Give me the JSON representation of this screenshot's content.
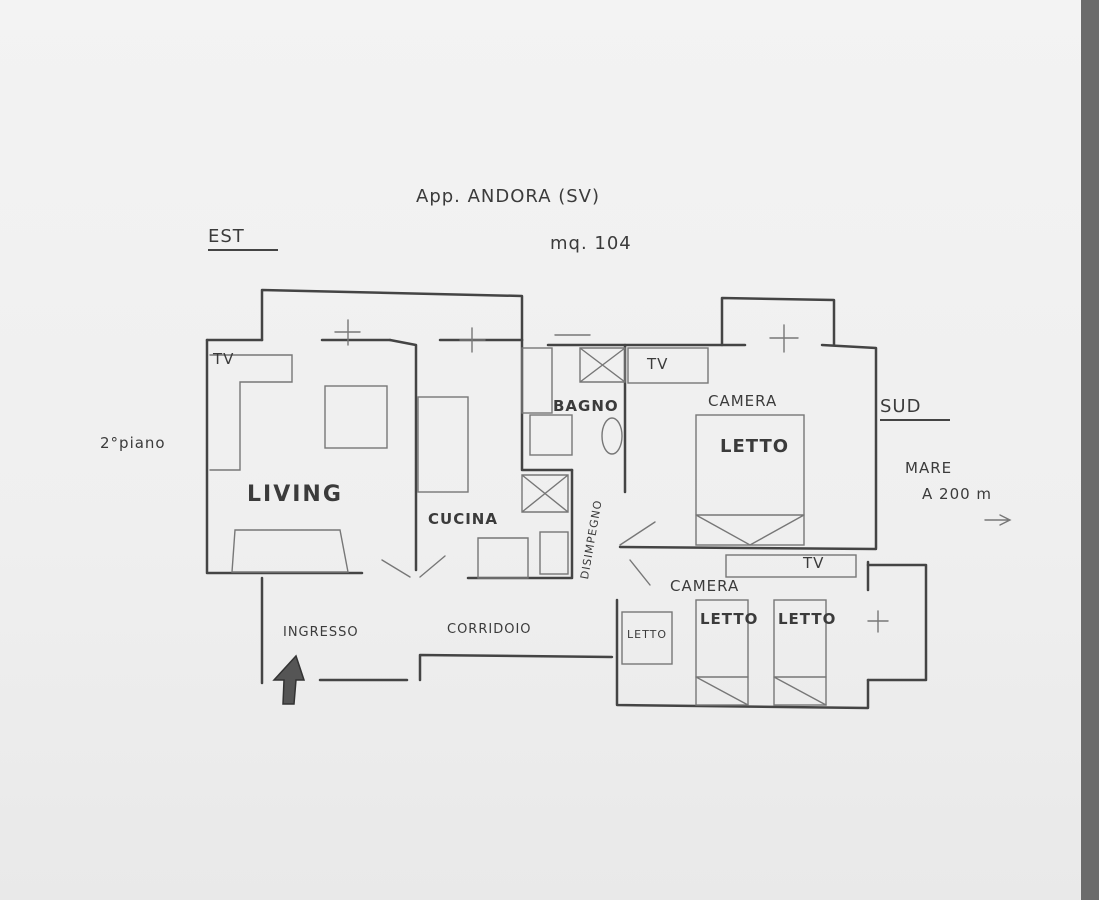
{
  "title": "App. ANDORA (SV)",
  "area": "mq. 104",
  "compass": {
    "east": "EST",
    "south": "SUD"
  },
  "floor": "2°piano",
  "sea": {
    "line1": "MARE",
    "line2": "A 200 m"
  },
  "rooms": {
    "living": "LIVING",
    "cucina": "CUCINA",
    "bagno": "BAGNO",
    "disimpegno": "DISIMPEGNO",
    "camera_1": "CAMERA",
    "camera_2": "CAMERA",
    "ingresso": "INGRESSO",
    "corridoio": "CORRIDOIO"
  },
  "furniture": {
    "tv": "TV",
    "letto": "LETTO",
    "letto_small": "LETTO"
  },
  "colors": {
    "ink": "#444444",
    "paper": "#f1f1f1",
    "edge": "#6b6b6b"
  }
}
